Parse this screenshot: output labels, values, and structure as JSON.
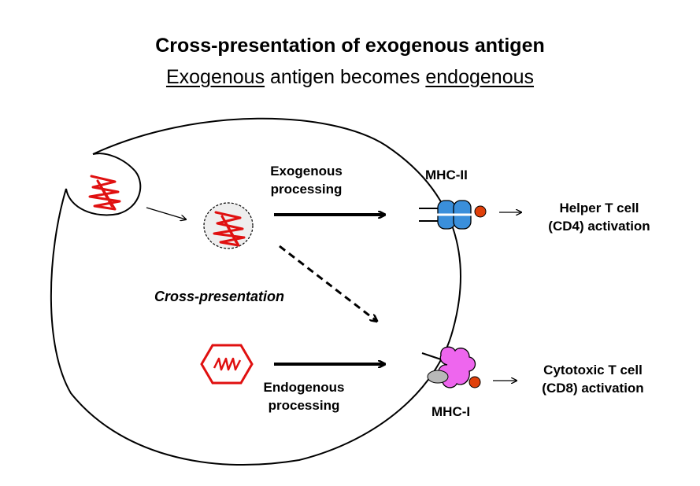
{
  "title": "Cross-presentation of exogenous antigen",
  "subtitle": {
    "part1": "Exogenous",
    "part2": " antigen becomes ",
    "part3": "endogenous"
  },
  "labels": {
    "exogenous_processing_line1": "Exogenous",
    "exogenous_processing_line2": "processing",
    "endogenous_processing_line1": "Endogenous",
    "endogenous_processing_line2": "processing",
    "cross_presentation": "Cross-presentation",
    "mhc_ii": "MHC-II",
    "mhc_i": "MHC-I",
    "helper_line1": "Helper T cell",
    "helper_line2": "(CD4) activation",
    "cytotoxic_line1": "Cytotoxic T cell",
    "cytotoxic_line2": "(CD8) activation"
  },
  "colors": {
    "antigen_red": "#e01010",
    "mhc_ii_blue": "#3a8fdb",
    "mhc_i_pink": "#ee66ee",
    "peptide_orange": "#e0400a",
    "gray": "#b8b8b8"
  }
}
